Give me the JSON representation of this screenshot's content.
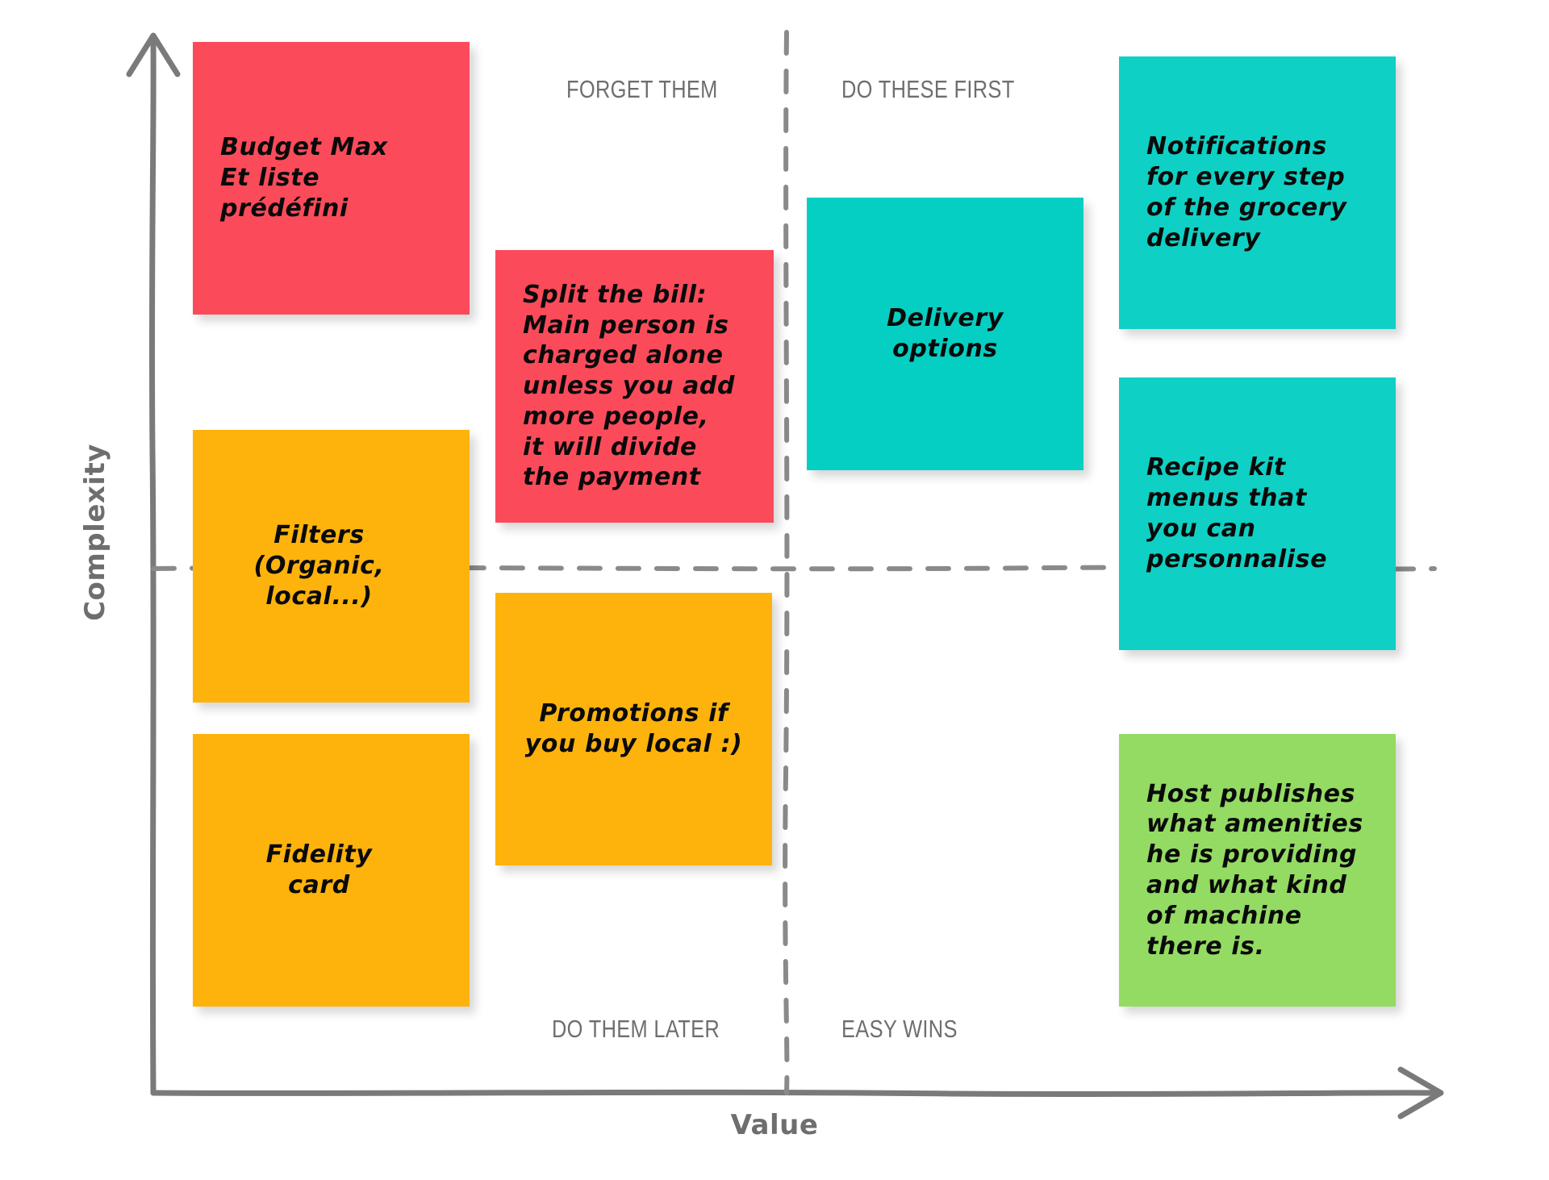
{
  "axes": {
    "y_label": "Complexity",
    "x_label": "Value",
    "axis_color": "#7a7a7a"
  },
  "quadrants": {
    "top_left": "FORGET THEM",
    "top_right": "DO THESE FIRST",
    "bottom_left": "DO THEM LATER",
    "bottom_right": "EASY WINS"
  },
  "colors": {
    "red": "#FB4B5A",
    "orange": "#FDB30C",
    "teal": "#0FD0C4",
    "green": "#93DB63",
    "label_gray": "#6e6e6e"
  },
  "notes": [
    {
      "id": "budget-max",
      "text": "Budget Max\nEt liste\nprédéfini",
      "color": "#FB4B5A",
      "quadrant": "FORGET THEM"
    },
    {
      "id": "split-bill",
      "text": "Split the bill:\nMain person is\ncharged alone\nunless you add\nmore people,\nit will divide\nthe payment",
      "color": "#FB4B5A",
      "quadrant": "FORGET THEM"
    },
    {
      "id": "filters",
      "text": "Filters\n(Organic,\nlocal...)",
      "color": "#FDB30C",
      "quadrant": "DO THEM LATER"
    },
    {
      "id": "fidelity-card",
      "text": "Fidelity\ncard",
      "color": "#FDB30C",
      "quadrant": "DO THEM LATER"
    },
    {
      "id": "promotions",
      "text": "Promotions if\nyou buy local :)",
      "color": "#FDB30C",
      "quadrant": "DO THEM LATER"
    },
    {
      "id": "delivery-options",
      "text": "Delivery\noptions",
      "color": "#0FD0C4",
      "quadrant": "DO THESE FIRST"
    },
    {
      "id": "notifications",
      "text": "Notifications\nfor every step\nof the grocery\ndelivery",
      "color": "#0FD0C4",
      "quadrant": "DO THESE FIRST"
    },
    {
      "id": "recipe-kit",
      "text": "Recipe kit\nmenus that\nyou can\npersonnalise",
      "color": "#0FD0C4",
      "quadrant": "DO THESE FIRST"
    },
    {
      "id": "host-amenities",
      "text": "Host publishes\nwhat amenities\nhe is providing\nand what kind\nof machine\nthere is.",
      "color": "#93DB63",
      "quadrant": "EASY WINS"
    }
  ]
}
